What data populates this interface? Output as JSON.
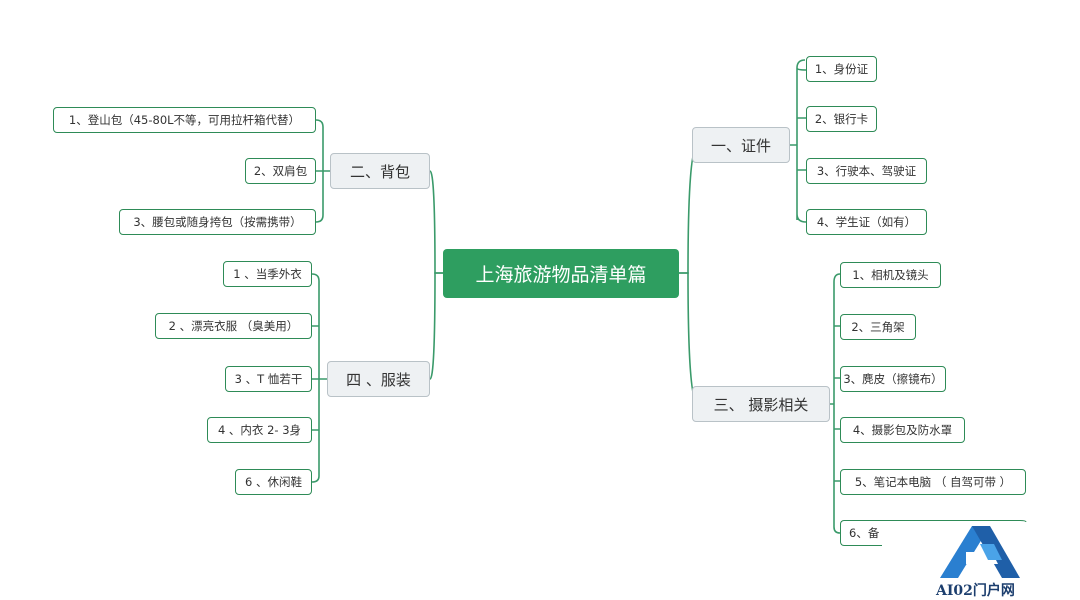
{
  "root": {
    "label": "上海旅游物品清单篇"
  },
  "branches": {
    "documents": {
      "label": "一、证件",
      "items": [
        "1、身份证",
        "2、银行卡",
        "3、行驶本、驾驶证",
        "4、学生证（如有）"
      ]
    },
    "bags": {
      "label": "二、背包",
      "items": [
        "1、登山包（45-80L不等，可用拉杆箱代替）",
        "2、双肩包",
        "3、腰包或随身挎包（按需携带）"
      ]
    },
    "photography": {
      "label": "三、 摄影相关",
      "items": [
        "1、相机及镜头",
        "2、三角架",
        "3、麂皮（擦镜布）",
        "4、摄影包及防水罩",
        "5、笔记本电脑 （ 自驾可带 ）",
        "6、备"
      ]
    },
    "clothing": {
      "label": "四 、服装",
      "items": [
        "1 、当季外衣",
        "2 、漂亮衣服 （臭美用）",
        "3 、T 恤若干",
        "4 、内衣 2- 3身",
        "6 、休闲鞋"
      ]
    }
  },
  "watermark": {
    "text": "AI02门户网"
  },
  "colors": {
    "root": "#2e9e60",
    "connector": "#3a9a6a",
    "leaf_border": "#2e8b57",
    "branch_bg": "#eef1f3",
    "logo_blue": "#2a7fd0"
  }
}
